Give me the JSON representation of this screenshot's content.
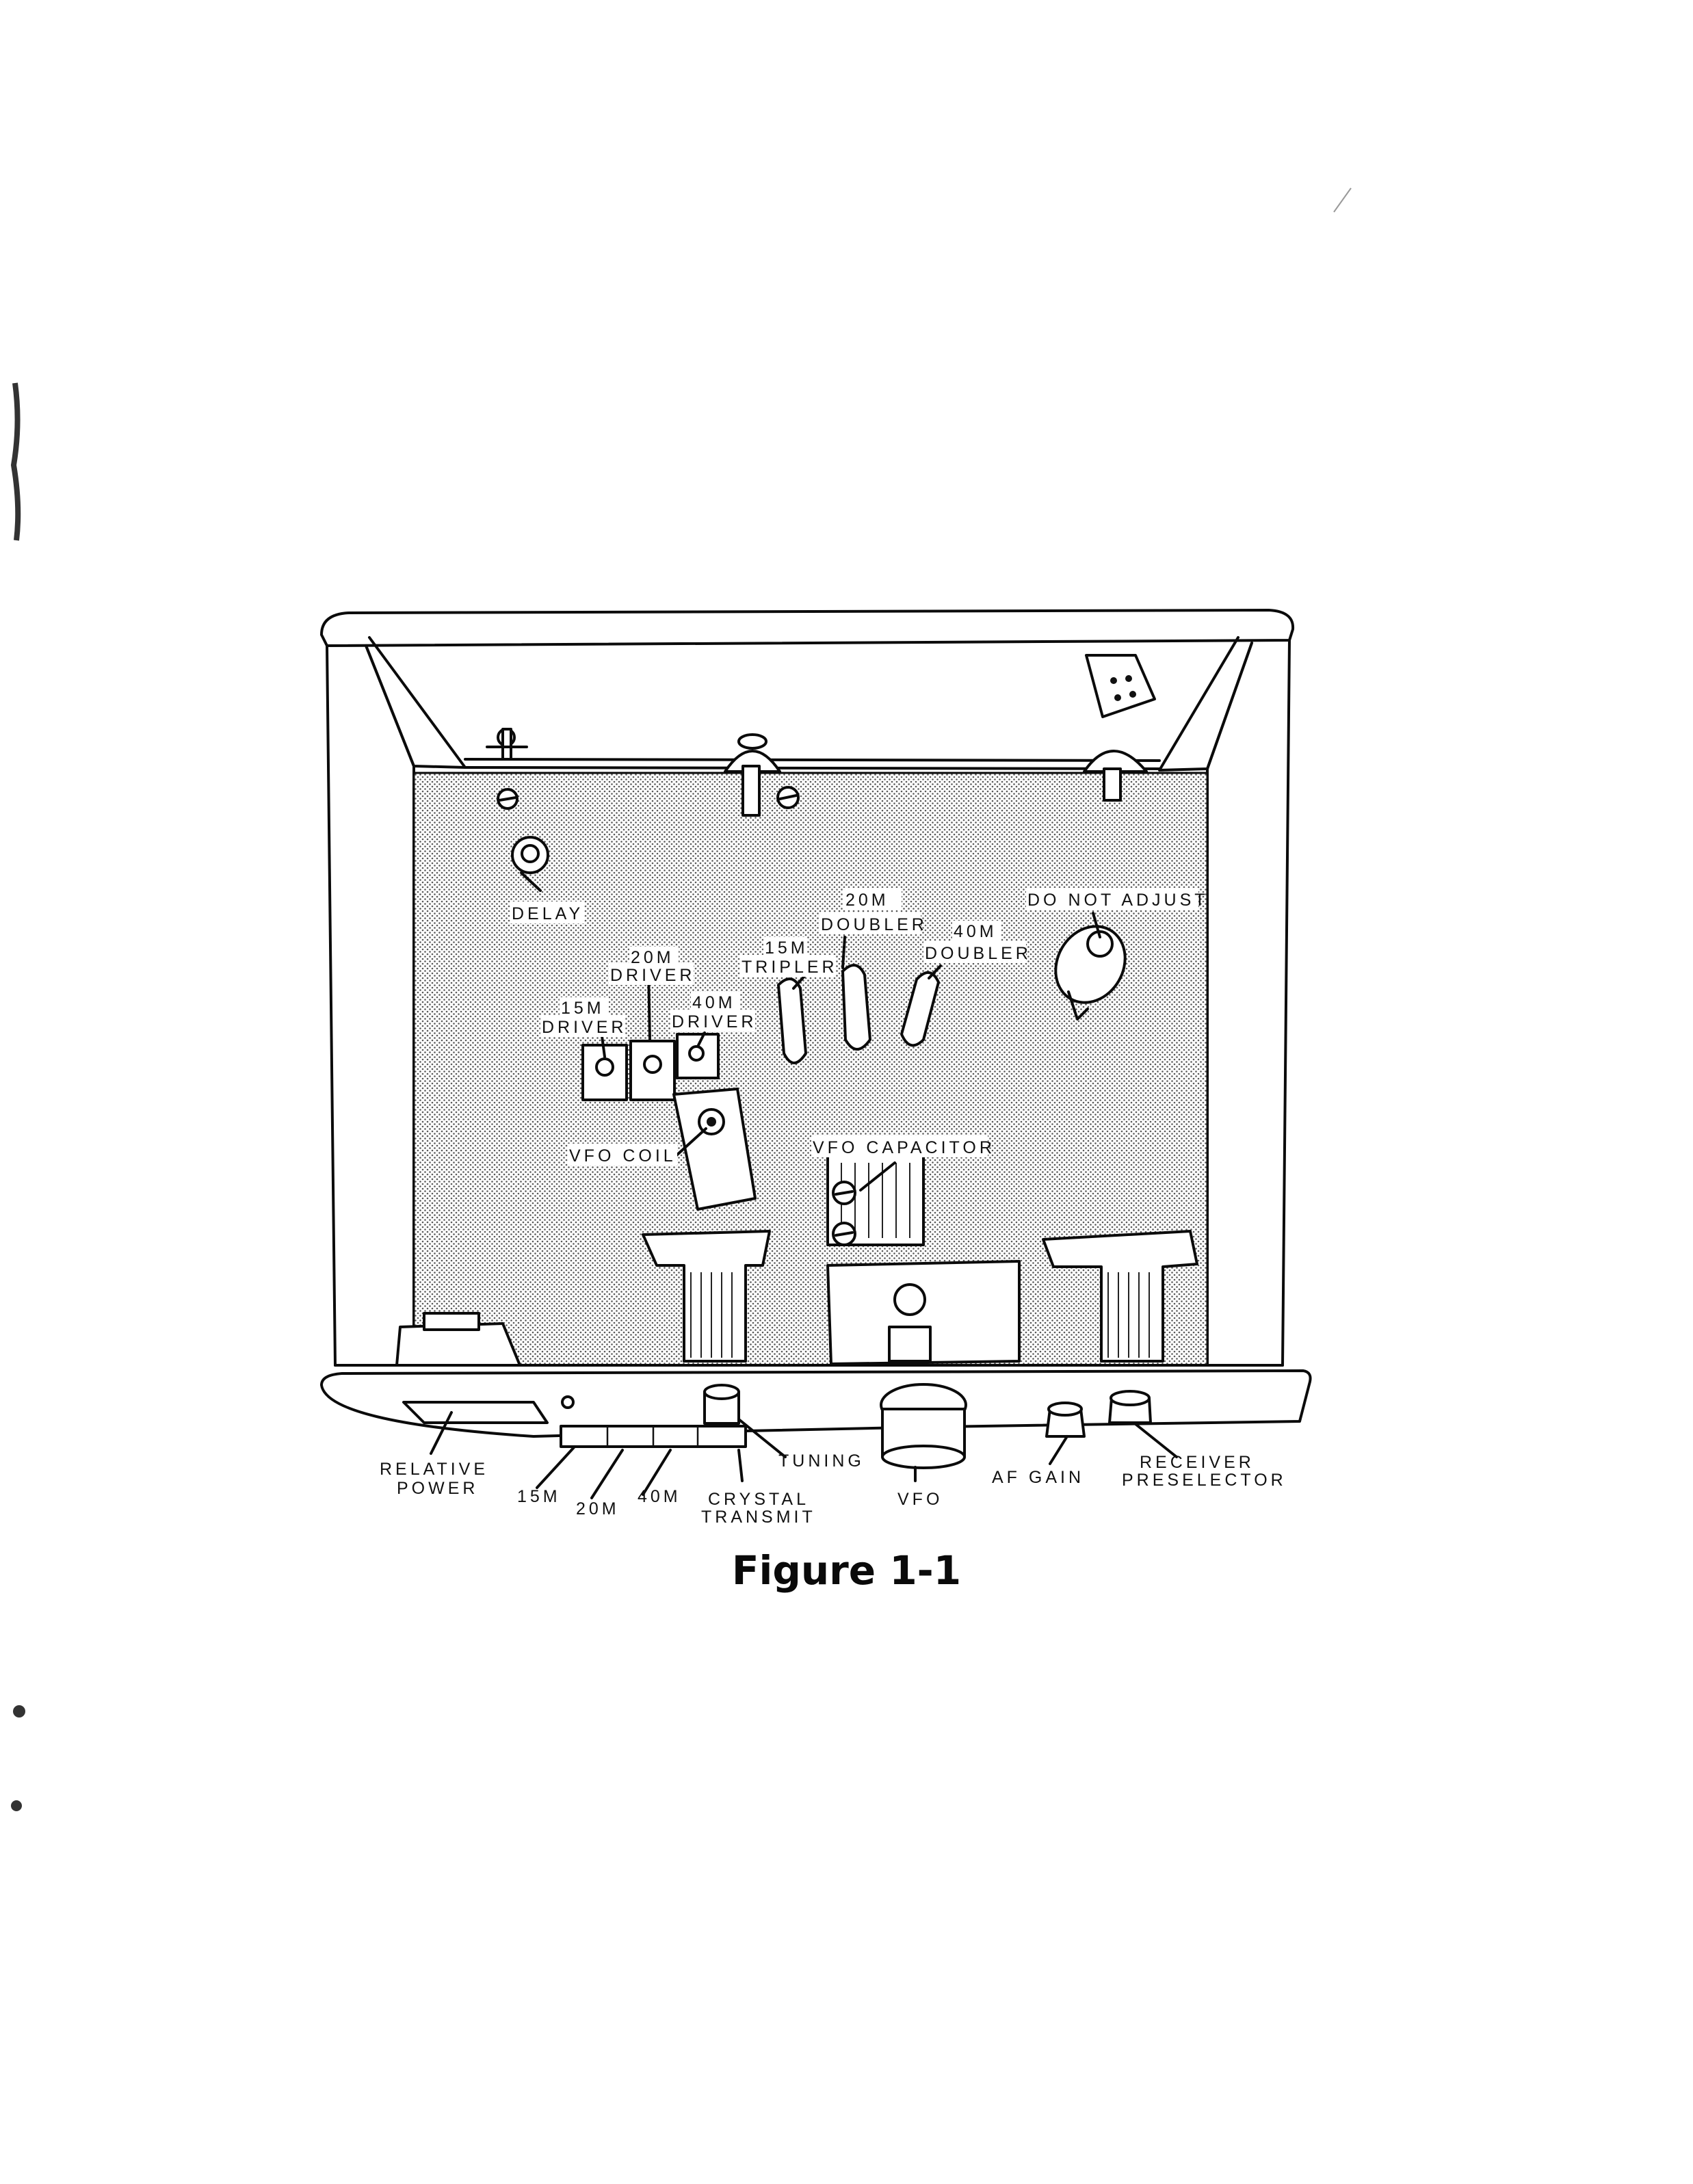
{
  "figure": {
    "caption": "Figure 1-1",
    "labels": {
      "delay": "DELAY",
      "do_not_adjust": "DO NOT ADJUST",
      "m20_doubler_1": "20M",
      "m20_doubler_2": "DOUBLER",
      "m15_tripler_1": "15M",
      "m15_tripler_2": "TRIPLER",
      "m40_doubler_1": "40M",
      "m40_doubler_2": "DOUBLER",
      "m20_driver_1": "20M",
      "m20_driver_2": "DRIVER",
      "m15_driver_1": "15M",
      "m15_driver_2": "DRIVER",
      "m40_driver_1": "40M",
      "m40_driver_2": "DRIVER",
      "vfo_coil": "VFO COIL",
      "vfo_capacitor": "VFO CAPACITOR",
      "relative_power_1": "RELATIVE",
      "relative_power_2": "POWER",
      "band_15m": "15M",
      "band_20m": "20M",
      "band_40m": "40M",
      "crystal_transmit_1": "CRYSTAL",
      "crystal_transmit_2": "TRANSMIT",
      "tuning": "TUNING",
      "vfo": "VFO",
      "af_gain": "AF GAIN",
      "receiver_preselector_1": "RECEIVER",
      "receiver_preselector_2": "PRESELECTOR"
    }
  }
}
